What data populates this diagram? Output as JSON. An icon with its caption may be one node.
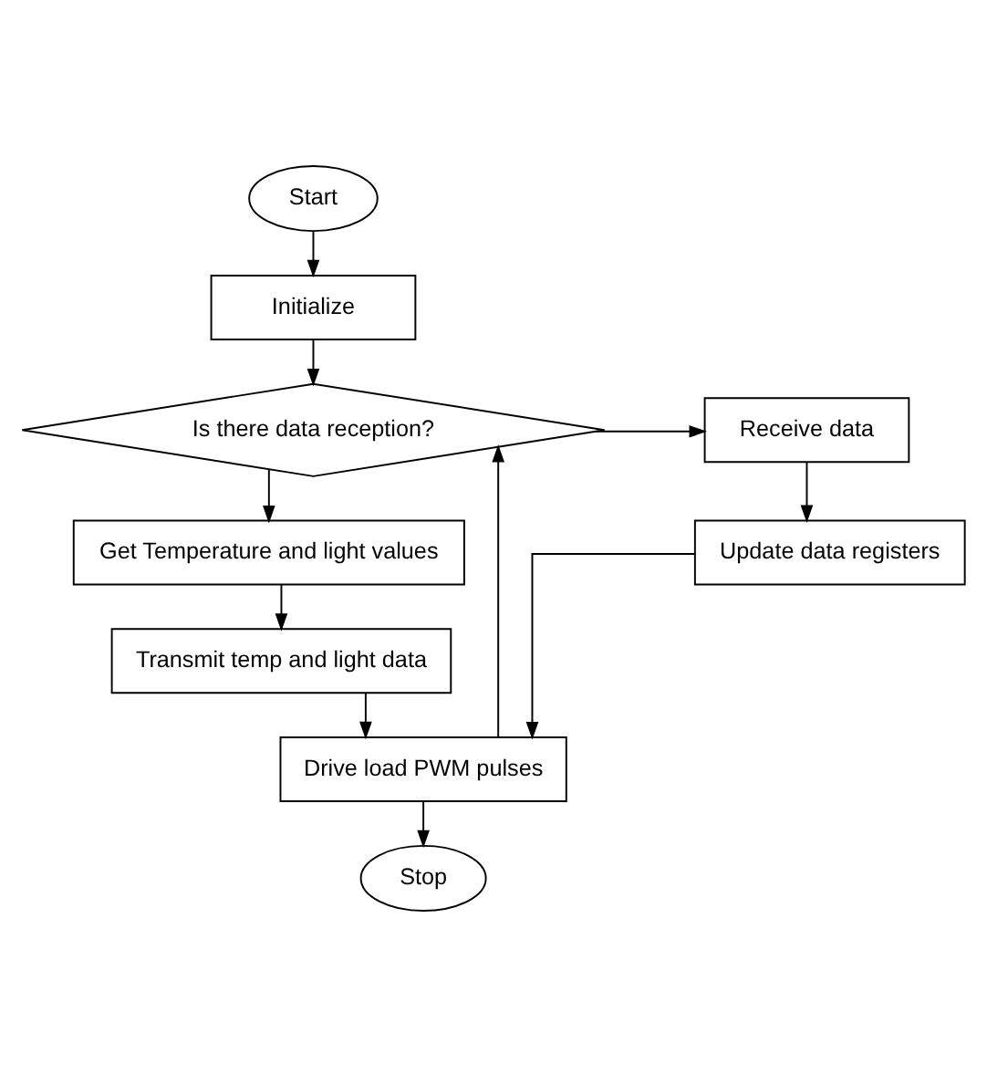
{
  "diagram": {
    "nodes": [
      {
        "text": [
          "Start"
        ]
      },
      {
        "text": [
          "Initialize"
        ]
      },
      {
        "text": [
          "Is there data reception?"
        ]
      },
      {
        "text": [
          "Receive data"
        ]
      },
      {
        "text": [
          "Update data registers"
        ]
      },
      {
        "text": [
          "Get Temperature and light values"
        ]
      },
      {
        "text": [
          "Transmit temp and light data"
        ]
      },
      {
        "text": [
          "Drive load PWM pulses"
        ]
      },
      {
        "text": [
          "Stop"
        ]
      }
    ],
    "edges": [
      {
        "from": 0,
        "to": 1,
        "arrow": "to"
      },
      {
        "from": 1,
        "to": 2,
        "arrow": "to"
      },
      {
        "from": 2,
        "to": 3,
        "arrow": "to"
      },
      {
        "from": 3,
        "to": 4,
        "arrow": "to"
      },
      {
        "from": 2,
        "to": 5,
        "arrow": "to"
      },
      {
        "from": 5,
        "to": 6,
        "arrow": "to"
      },
      {
        "from": 6,
        "to": 7,
        "arrow": "to"
      },
      {
        "from": 4,
        "to": 7,
        "arrow": "to"
      },
      {
        "from": 7,
        "to": 8,
        "arrow": "to"
      },
      {
        "from": 7,
        "to": 2,
        "arrow": "to"
      }
    ]
  }
}
